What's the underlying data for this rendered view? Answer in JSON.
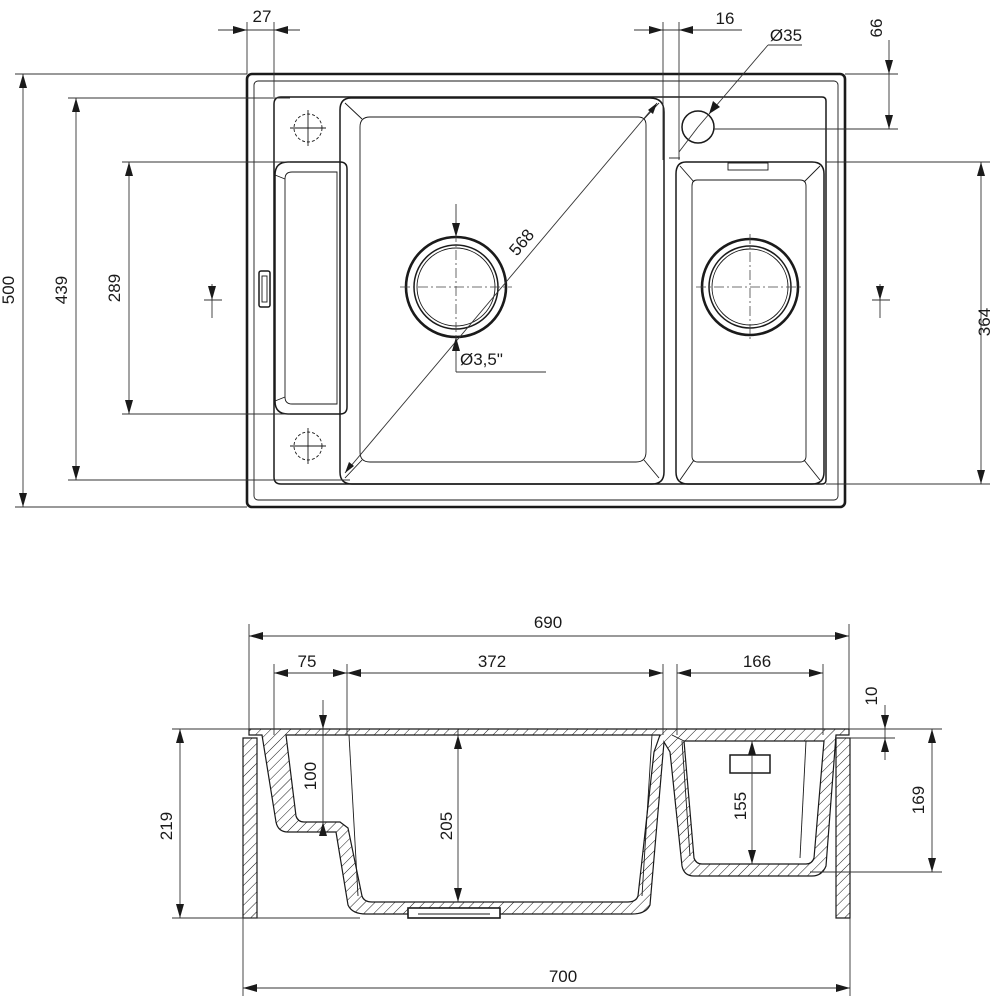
{
  "top_view": {
    "dimensions": {
      "overall_depth": "500",
      "inner_depth": "439",
      "drainer_length": "289",
      "small_bowl_depth": "364",
      "edge_to_drainer": "27",
      "divider_width": "16",
      "tap_hole_offset": "66",
      "diagonal": "568"
    },
    "labels": {
      "tap_hole": "Ø35",
      "waste": "Ø3,5\""
    }
  },
  "side_view": {
    "dimensions": {
      "overall_width_top": "690",
      "drainer_width": "75",
      "main_bowl_width": "372",
      "small_bowl_width": "166",
      "rim_thickness": "10",
      "overall_height": "219",
      "drainer_depth": "100",
      "main_bowl_depth": "205",
      "small_bowl_depth": "155",
      "cabinet_height": "169",
      "overall_width_bottom": "700"
    }
  }
}
